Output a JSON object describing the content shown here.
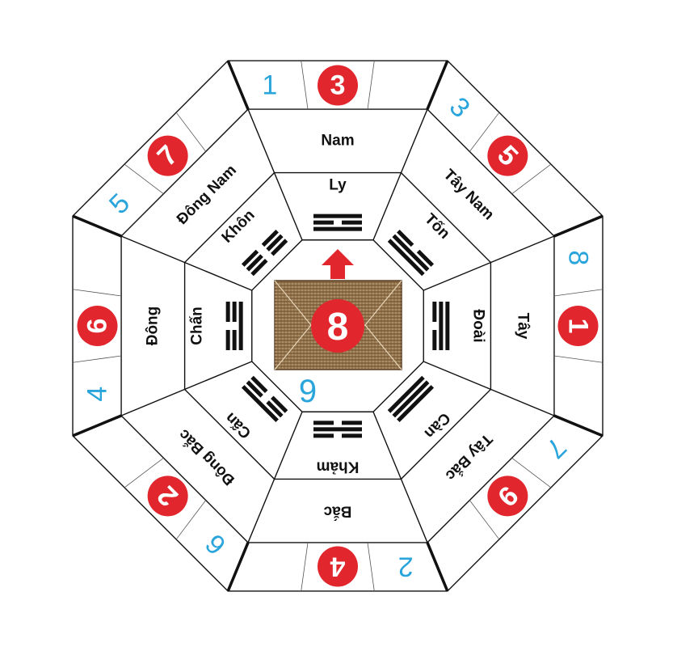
{
  "colors": {
    "red": "#e1272d",
    "blue": "#2aa5dc",
    "house": "#8a6a45",
    "arrow": "#e1272d",
    "line": "#111111"
  },
  "center": {
    "red_number": "8",
    "blue_number": "9",
    "icon": "house-roof-icon",
    "arrow": "up-arrow-icon"
  },
  "sectors": [
    {
      "direction": "Nam",
      "trigram": "Ly",
      "blue_number": "1",
      "red_number": "3"
    },
    {
      "direction": "Tây Nam",
      "trigram": "Tốn",
      "blue_number": "3",
      "red_number": "5"
    },
    {
      "direction": "Tây",
      "trigram": "Đoài",
      "blue_number": "8",
      "red_number": "1"
    },
    {
      "direction": "Tây Bắc",
      "trigram": "Càn",
      "blue_number": "7",
      "red_number": "9"
    },
    {
      "direction": "Bắc",
      "trigram": "Khảm",
      "blue_number": "2",
      "red_number": "4"
    },
    {
      "direction": "Đông Bắc",
      "trigram": "Cấn",
      "blue_number": "6",
      "red_number": "2"
    },
    {
      "direction": "Đông",
      "trigram": "Chấn",
      "blue_number": "4",
      "red_number": "6"
    },
    {
      "direction": "Đông Nam",
      "trigram": "Khôn",
      "blue_number": "5",
      "red_number": "7"
    }
  ]
}
